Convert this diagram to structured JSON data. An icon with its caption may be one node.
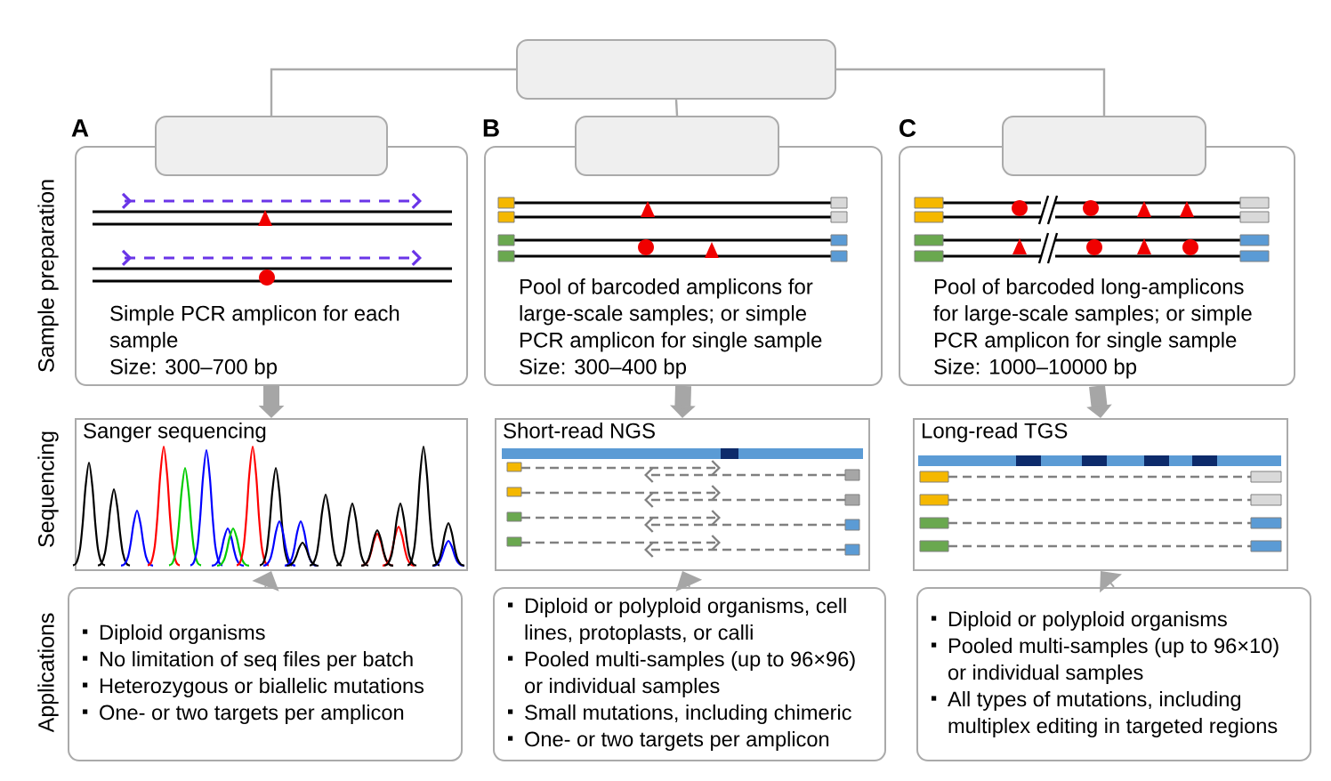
{
  "diagram": {
    "nodes": [
      {
        "text": [],
        "shape": "box"
      },
      {
        "text": [],
        "shape": "box"
      },
      {
        "text": [],
        "shape": "box"
      },
      {
        "text": [],
        "shape": "box"
      },
      {
        "text": [
          "Simple PCR amplicon for each sample",
          "Size: 300–700 bp"
        ]
      },
      {
        "text": [
          "Pool of barcoded amplicons for large-scale samples; or simple PCR amplicon for single sample",
          "Size: 300–400 bp"
        ]
      },
      {
        "text": [
          "Pool of barcoded long-amplicons for large-scale samples; or simple PCR amplicon for single sample",
          "Size: 1000–10000 bp"
        ]
      },
      {
        "text": [
          "Sanger sequencing"
        ]
      },
      {
        "text": [
          "Short-read NGS"
        ]
      },
      {
        "text": [
          "Long-read TGS"
        ]
      },
      {
        "text": [
          "Diploid organisms",
          "No limitation of seq files per batch",
          "Heterozygous or biallelic mutations",
          "One- or two targets per amplicon"
        ]
      },
      {
        "text": [
          "Diploid or polyploid organisms, cell lines, protoplasts, or calli",
          "Pooled multi-samples (up to 96×96) or individual samples",
          "Small mutations, including chimeric",
          "One- or two targets per amplicon"
        ]
      },
      {
        "text": [
          "Diploid or polyploid organisms",
          "Pooled multi-samples (up to 96×10) or individual samples",
          "All types of mutations, including multiplex editing in targeted regions"
        ]
      }
    ],
    "edges": [
      {
        "from": 0,
        "to": 1,
        "arrow": "none"
      },
      {
        "from": 0,
        "to": 2,
        "arrow": "none"
      },
      {
        "from": 0,
        "to": 3,
        "arrow": "none"
      },
      {
        "from": 4,
        "to": 7,
        "arrow": "to",
        "style": "thick"
      },
      {
        "from": 5,
        "to": 8,
        "arrow": "to",
        "style": "thick"
      },
      {
        "from": 6,
        "to": 9,
        "arrow": "to",
        "style": "thick"
      },
      {
        "from": 10,
        "to": 7,
        "arrow": "to"
      },
      {
        "from": 11,
        "to": 8,
        "arrow": "to"
      },
      {
        "from": 12,
        "to": 9,
        "arrow": "to"
      }
    ],
    "labels": [
      "A",
      "B",
      "C",
      "Sample preparation",
      "Sequencing",
      "Applications"
    ]
  }
}
